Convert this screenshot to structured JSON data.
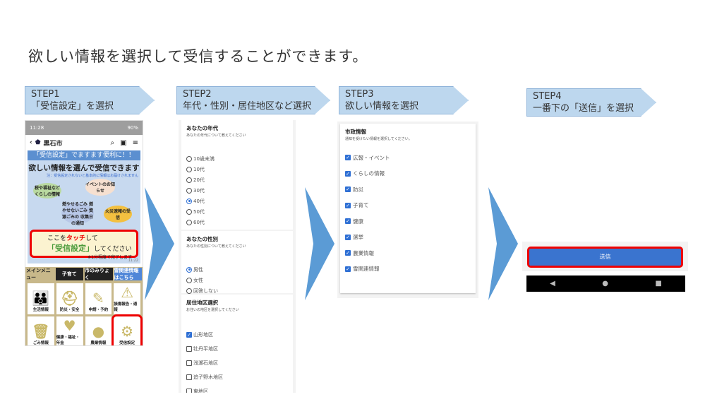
{
  "title": "欲しい情報を選択して受信することができます。",
  "steps": [
    {
      "label": "STEP1",
      "desc": "「受信設定」を選択"
    },
    {
      "label": "STEP2",
      "desc": "年代・性別・居住地区など選択"
    },
    {
      "label": "STEP3",
      "desc": "欲しい情報を選択"
    },
    {
      "label": "STEP4",
      "desc": "一番下の「送信」を選択"
    }
  ],
  "colors": {
    "step_fill": "#bdd7ee",
    "arrow": "#5b9bd5",
    "highlight": "#ee0000",
    "primary": "#3a74cf"
  },
  "step1": {
    "status_time": "11:28",
    "battery": "90%",
    "city": "黒石市",
    "banner": {
      "head": "「受信設定」でますます便利に！！",
      "headline": "欲しい情報を選んで受信できます",
      "note": "注：受信設定されないと基本的に情報はお届けされません",
      "bubbles": [
        "税や福祉などくらしの情報",
        "イベントのお知らせ",
        "燃やせるごみ 燃やせないごみ 資源ごみの 収集日の通知",
        "火災速報の受信"
      ],
      "touch1a": "ここを",
      "touch1b": "タッチ",
      "touch1c": "して",
      "touch2a": "「受信設定」",
      "touch2b": "してください",
      "touch3": "※1分程度で完了します",
      "time": "11:22"
    },
    "tabs": [
      "メインメニュー",
      "子育て",
      "市のみりょく",
      "雪関連情報はこちら"
    ],
    "menu": [
      {
        "label": "生活情報",
        "icon": "family-icon"
      },
      {
        "label": "防災・安全",
        "icon": "helmet-icon"
      },
      {
        "label": "申請・予約",
        "icon": "document-icon"
      },
      {
        "label": "損傷報告・通報",
        "icon": "road-icon"
      },
      {
        "label": "ごみ情報",
        "icon": "trash-icon"
      },
      {
        "label": "健康・福祉・年金",
        "icon": "heart-hands-icon"
      },
      {
        "label": "農業情報",
        "icon": "apple-icon"
      },
      {
        "label": "受信設定",
        "icon": "gear-icon"
      }
    ]
  },
  "step2": {
    "age": {
      "title": "あなたの年代",
      "sub": "あなたの年代について教えてください",
      "options": [
        "10歳未満",
        "10代",
        "20代",
        "30代",
        "40代",
        "50代",
        "60代"
      ],
      "selected": "40代"
    },
    "gender": {
      "title": "あなたの性別",
      "sub": "あなたの性別について教えてください",
      "options": [
        "男性",
        "女性",
        "回答しない"
      ],
      "selected": "男性"
    },
    "area": {
      "title": "居住地区選択",
      "sub": "お住いの地区を選択してください",
      "options": [
        {
          "label": "山形地区",
          "checked": true
        },
        {
          "label": "牡丹平地区",
          "checked": false
        },
        {
          "label": "浅瀬石地区",
          "checked": false
        },
        {
          "label": "追子野木地区",
          "checked": false
        },
        {
          "label": "東地区",
          "checked": false
        }
      ]
    }
  },
  "step3": {
    "title": "市政情報",
    "sub": "通知を受けたい情報を選択してください。",
    "options": [
      "広報・イベント",
      "くらしの情報",
      "防災",
      "子育て",
      "健康",
      "選挙",
      "農業情報",
      "雪関連情報"
    ]
  },
  "step4": {
    "send": "送信"
  }
}
